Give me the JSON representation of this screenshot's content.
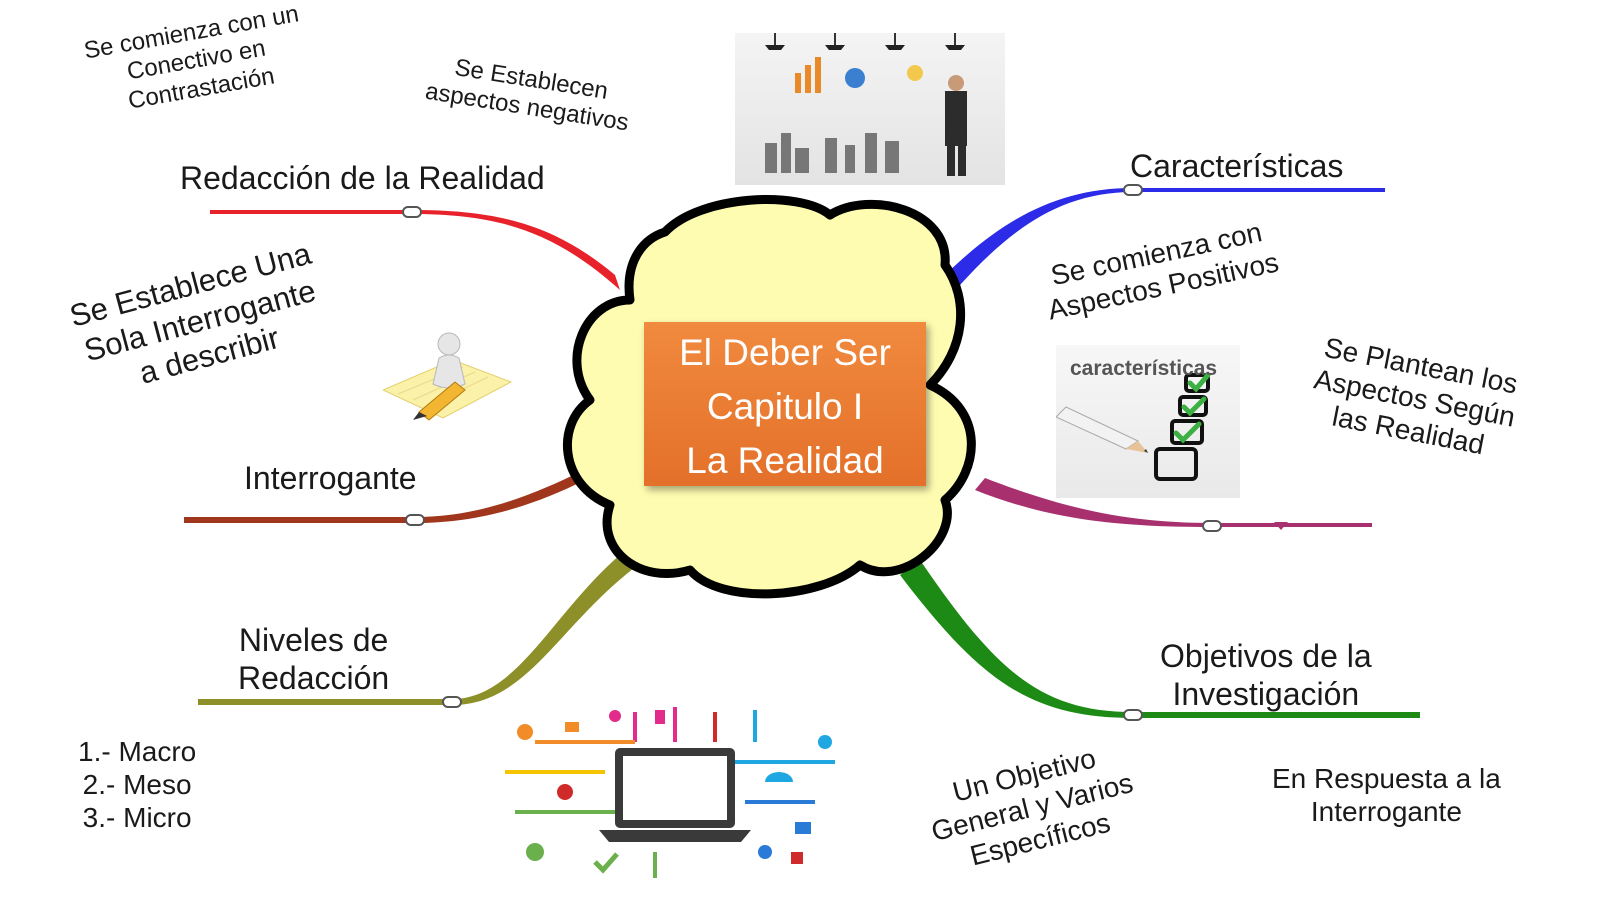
{
  "central": {
    "line1": "El Deber Ser",
    "line2": "Capitulo I",
    "line3": "La Realidad",
    "bubble_fill": "#fefcb0",
    "box_color": "#e9782f"
  },
  "branches": {
    "redaccion": {
      "title": "Redacción de la Realidad",
      "color": "#e8222b"
    },
    "interrogante": {
      "title": "Interrogante",
      "color": "#a0361c"
    },
    "niveles": {
      "title_line1": "Niveles de",
      "title_line2": "Redacción",
      "color": "#8d8f28"
    },
    "caracteristicas": {
      "title": "Características",
      "color": "#2b2be8"
    },
    "plantean": {
      "color": "#a8306e"
    },
    "objetivos": {
      "title_line1": "Objetivos de la",
      "title_line2": "Investigación",
      "color": "#1c8a14"
    }
  },
  "notes": {
    "conectivo": [
      "Se comienza con un",
      "Conectivo en",
      "Contrastación"
    ],
    "negativos": [
      "Se Establecen",
      "aspectos negativos"
    ],
    "una_sola": [
      "Se Establece Una",
      "Sola Interrogante",
      "a describir"
    ],
    "niveles_list": [
      "1.- Macro",
      "2.- Meso",
      "3.- Micro"
    ],
    "positivos": [
      "Se comienza con",
      "Aspectos Positivos"
    ],
    "plantean": [
      "Se Plantean los",
      "Aspectos Según",
      "las Realidad"
    ],
    "un_objetivo": [
      "Un Objetivo",
      "General y Varios",
      "Específicos"
    ],
    "respuesta": [
      "En Respuesta a la",
      "Interrogante"
    ]
  },
  "images": {
    "checklist_caption": "características",
    "business_icon": "businessman-drawing-charts-image",
    "pencil_icon": "figure-with-pencil-icon",
    "tech_icon": "laptop-network-icons-image"
  }
}
